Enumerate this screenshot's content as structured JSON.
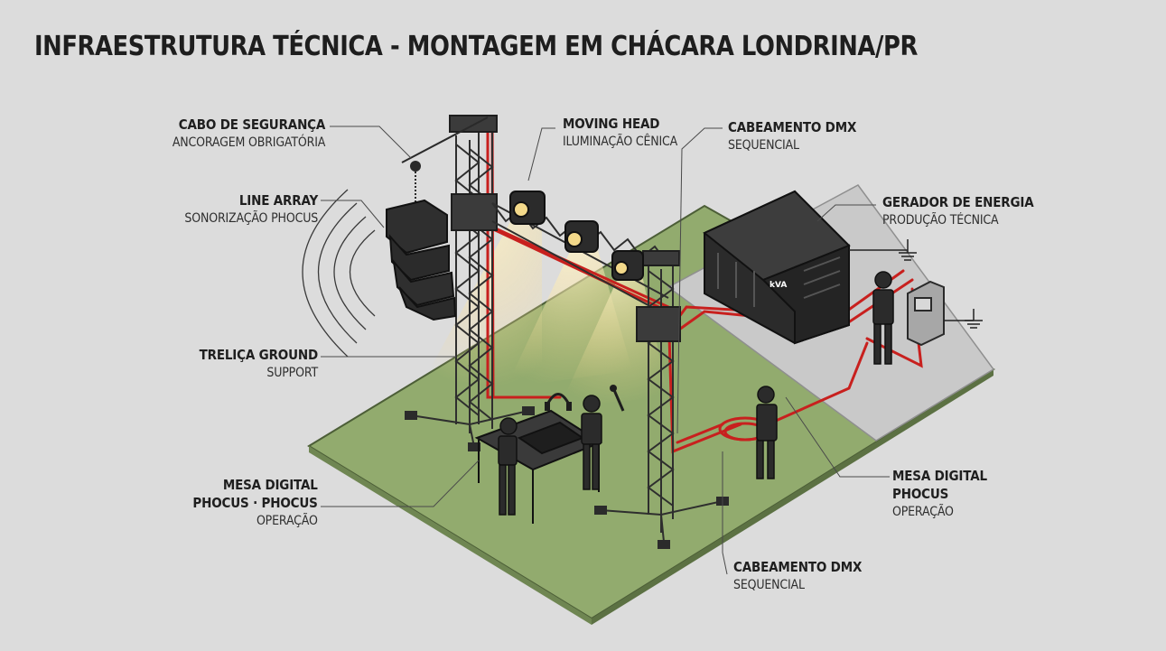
{
  "title": "INFRAESTRUTURA TÉCNICA - MONTAGEM EM CHÁCARA LONDRINA/PR",
  "labels": {
    "cabo_seguranca": {
      "main": "CABO DE SEGURANÇA",
      "sub": "ANCORAGEM OBRIGATÓRIA"
    },
    "line_array": {
      "main": "LINE ARRAY",
      "sub": "SONORIZAÇÃO PHOCUS"
    },
    "trelica": {
      "main": "TRELIÇA GROUND",
      "sub": "SUPPORT"
    },
    "mesa_left": {
      "main1": "MESA DIGITAL",
      "main2": "PHOCUS · PHOCUS",
      "sub": "OPERAÇÃO"
    },
    "moving_head": {
      "main": "MOVING HEAD",
      "sub": "ILUMINAÇÃO CÊNICA"
    },
    "dmx_top": {
      "main": "CABEAMENTO DMX",
      "sub": "SEQUENCIAL"
    },
    "gerador": {
      "main": "GERADOR DE ENERGIA",
      "sub": "PRODUÇÃO TÉCNICA"
    },
    "mesa_right": {
      "main1": "MESA DIGITAL",
      "main2": "PHOCUS",
      "sub": "OPERAÇÃO"
    },
    "dmx_bottom": {
      "main": "CABEAMENTO DMX",
      "sub": "SEQUENCIAL"
    }
  },
  "generator_badge": "kVA",
  "colors": {
    "background": "#dcdcdc",
    "grass": "#92ab6e",
    "concrete": "#c9c9c9",
    "cable": "#c8201e",
    "truss": "#3b3b3b",
    "equipment": "#2b2b2b"
  }
}
